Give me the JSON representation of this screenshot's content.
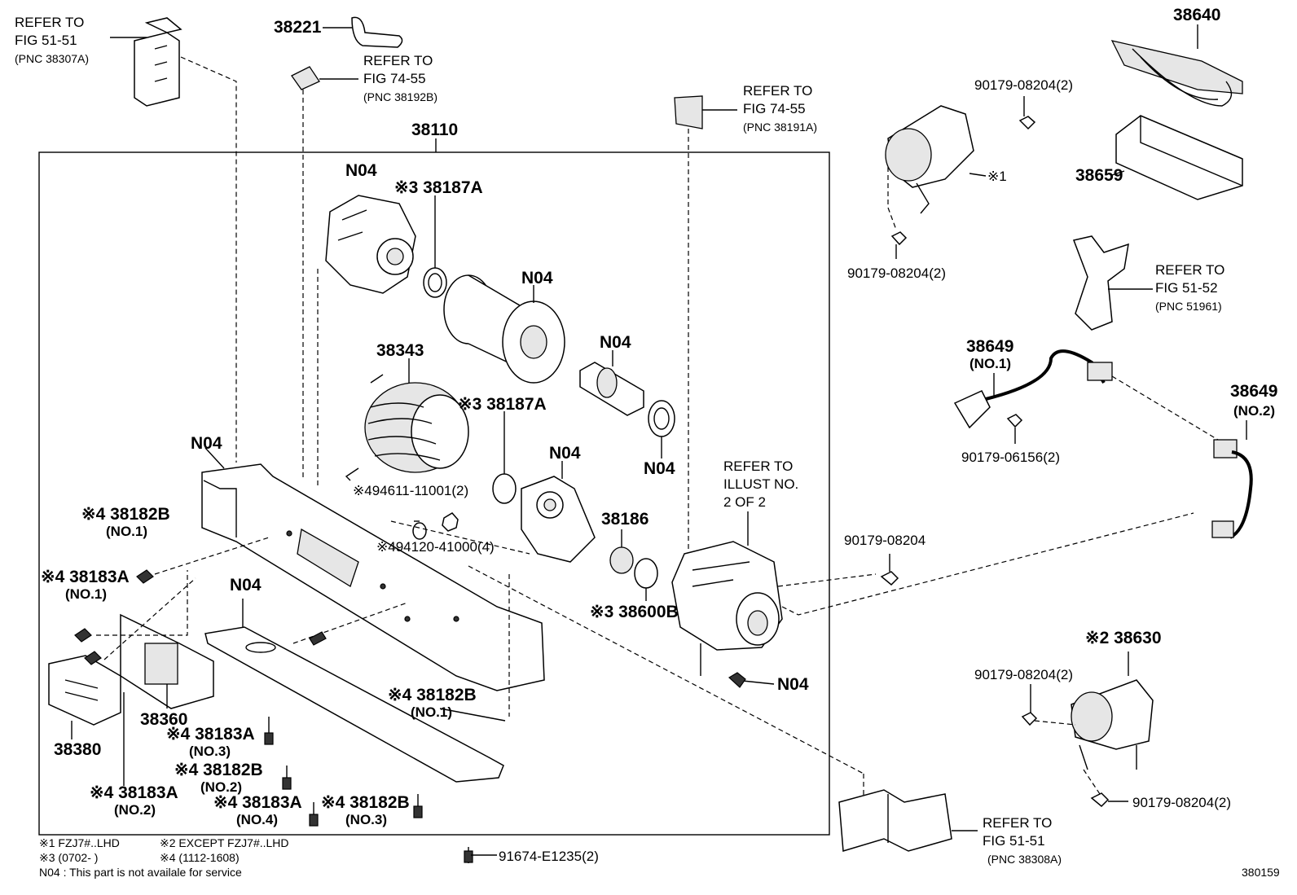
{
  "figure_number": "380159",
  "labels": {
    "top_left_ref": [
      "REFER TO",
      "FIG 51-51",
      "(PNC 38307A)"
    ],
    "p38221": "38221",
    "ref_74_55_b": [
      "REFER TO",
      "FIG 74-55",
      "(PNC 38192B)"
    ],
    "ref_74_55_a": [
      "REFER TO",
      "FIG 74-55",
      "(PNC 38191A)"
    ],
    "p38110": "38110",
    "n04": "N04",
    "p38187a": "※3 38187A",
    "p38343": "38343",
    "p494611": "※494611-11001(2)",
    "p494120": "※494120-41000(4)",
    "p38186": "38186",
    "p38600b": "※3 38600B",
    "ref_illust": [
      "REFER TO",
      "ILLUST NO.",
      "2 OF 2"
    ],
    "p38182b_no1": [
      "※4 38182B",
      "(NO.1)"
    ],
    "p38183a_no1": [
      "※4 38183A",
      "(NO.1)"
    ],
    "p38360": "38360",
    "p38380": "38380",
    "p38183a_no3": [
      "※4 38183A",
      "(NO.3)"
    ],
    "p38182b_no2": [
      "※4 38182B",
      "(NO.2)"
    ],
    "p38183a_no2": [
      "※4 38183A",
      "(NO.2)"
    ],
    "p38183a_no4": [
      "※4 38183A",
      "(NO.4)"
    ],
    "p38182b_no3": [
      "※4 38182B",
      "(NO.3)"
    ],
    "p91674": "91674-E1235(2)",
    "p38640": "38640",
    "p38659": "38659",
    "p90179_08204_2": "90179-08204(2)",
    "p90179_08204": "90179-08204",
    "p90179_06156": "90179-06156(2)",
    "mark1": "※1",
    "ref_51_52": [
      "REFER TO",
      "FIG 51-52",
      "(PNC 51961)"
    ],
    "p38649_no1": [
      "38649",
      "(NO.1)"
    ],
    "p38649_no2": [
      "38649",
      "(NO.2)"
    ],
    "p38630": "※2 38630",
    "ref_51_51_b": [
      "REFER TO",
      "FIG 51-51",
      "(PNC 38308A)"
    ]
  },
  "footnotes": [
    "※1 FZJ7#..LHD",
    "※2 EXCEPT FZJ7#..LHD",
    "※3 (0702-      )",
    "※4 (1112-1608)",
    "N04 : This part is not availale for service"
  ]
}
